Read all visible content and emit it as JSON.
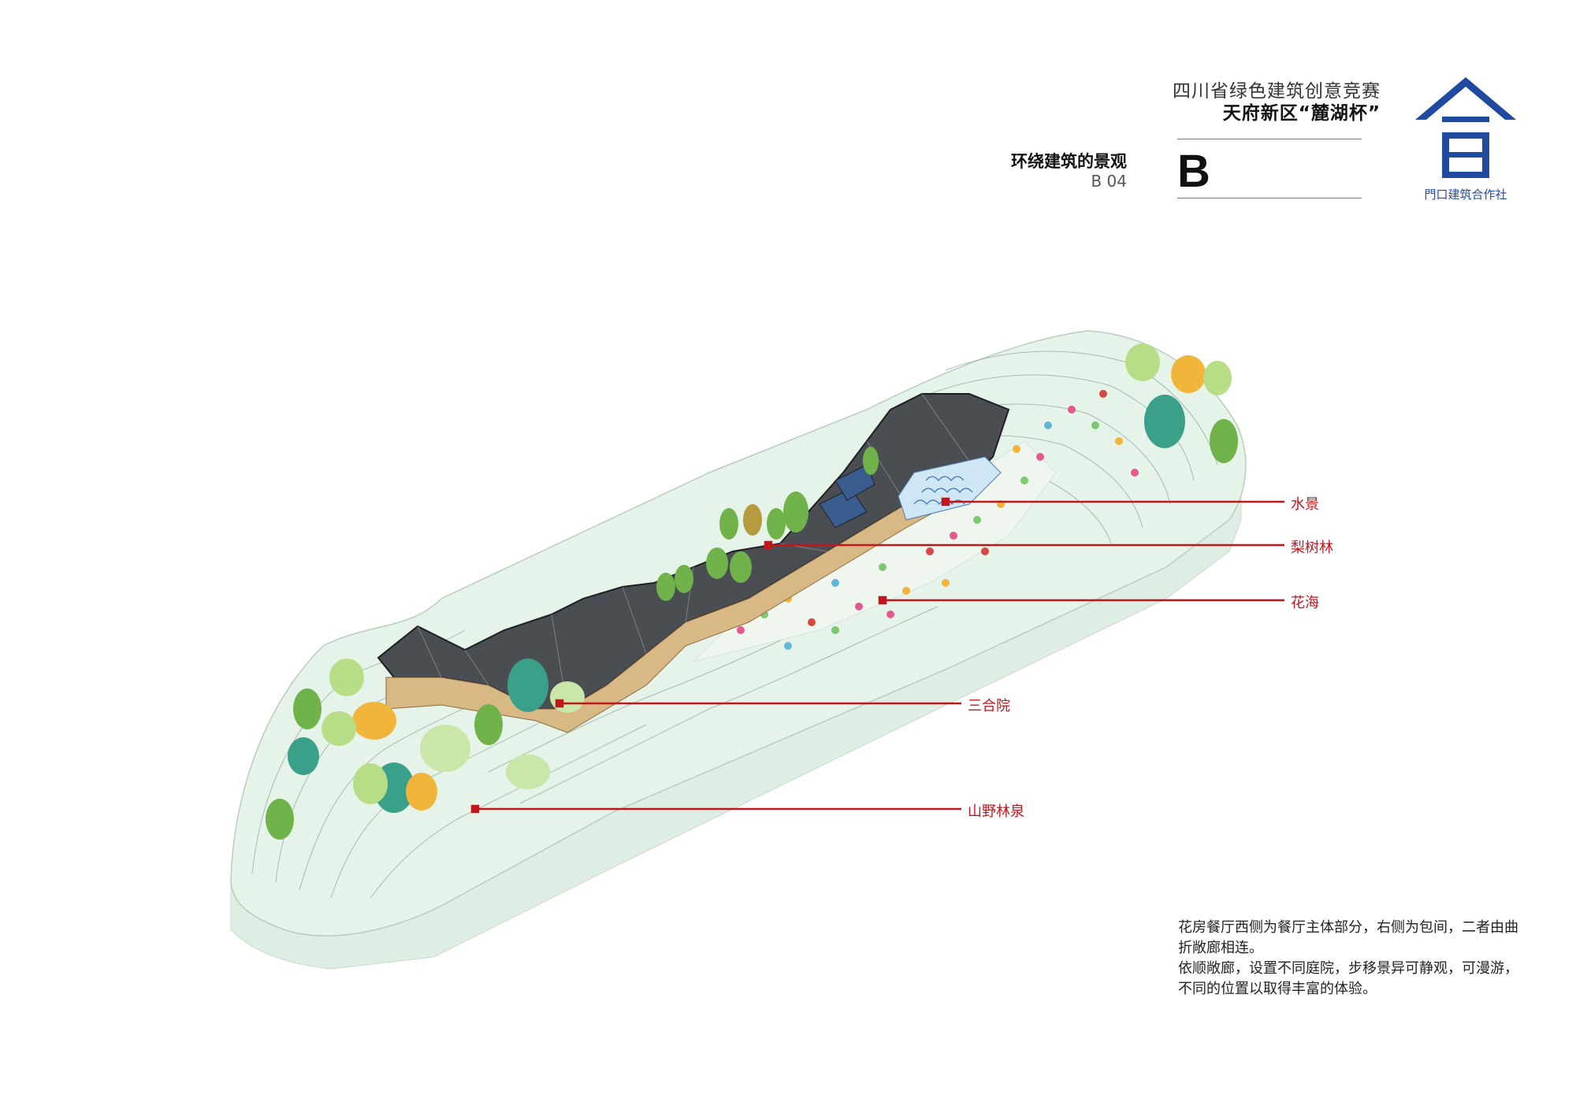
{
  "header": {
    "competition": "四川省绿色建筑创意竞赛",
    "cup": "天府新区“麓湖杯”"
  },
  "section": {
    "title": "环绕建筑的景观",
    "code": "B 04",
    "letter": "B"
  },
  "logo": {
    "glyph": "合",
    "caption": "門口建筑合作社",
    "color": "#1f4aa0"
  },
  "callouts": [
    {
      "id": "water",
      "label": "水景"
    },
    {
      "id": "pear",
      "label": "梨树林"
    },
    {
      "id": "flowers",
      "label": "花海"
    },
    {
      "id": "courtyard",
      "label": "三合院"
    },
    {
      "id": "forest",
      "label": "山野林泉"
    }
  ],
  "description": [
    "花房餐厅西侧为餐厅主体部分，右侧为包间，二者由曲折敞廊相连。",
    "依顺敞廊，设置不同庭院，步移景异可静观，可漫游，不同的位置以取得丰富的体验。"
  ],
  "colors": {
    "callout": "#c0171c",
    "terrain": "#e6f3e9",
    "roof": "#4a4d52"
  }
}
